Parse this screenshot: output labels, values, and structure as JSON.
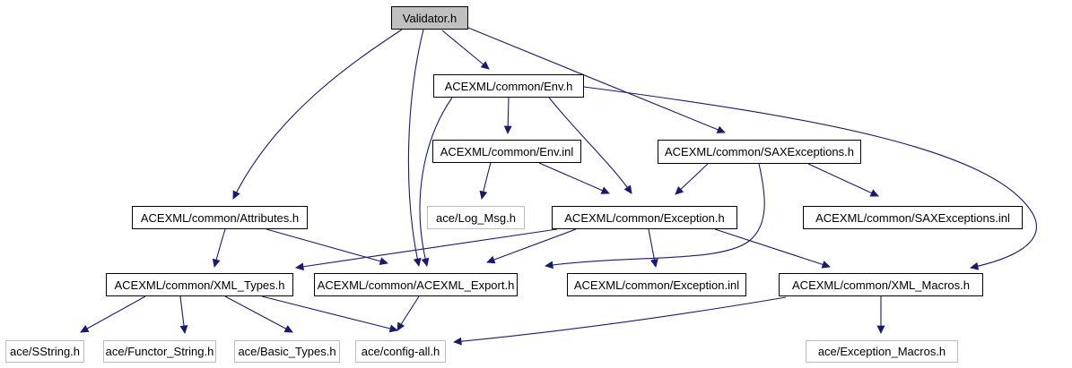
{
  "diagram": {
    "type": "include-dependency-graph",
    "title": "Validator.h include graph",
    "root_label": "Validator.h",
    "edge_color": "#191970",
    "root_fill_color": "#c0c0c0",
    "internal_border_color": "#000000",
    "external_border_color": "#bdbdbd",
    "nodes": [
      {
        "id": "validator",
        "label": "Validator.h",
        "kind": "root"
      },
      {
        "id": "env_h",
        "label": "ACEXML/common/Env.h",
        "kind": "internal"
      },
      {
        "id": "env_inl",
        "label": "ACEXML/common/Env.inl",
        "kind": "internal"
      },
      {
        "id": "sax_h",
        "label": "ACEXML/common/SAXExceptions.h",
        "kind": "internal"
      },
      {
        "id": "attributes_h",
        "label": "ACEXML/common/Attributes.h",
        "kind": "internal"
      },
      {
        "id": "log_msg",
        "label": "ace/Log_Msg.h",
        "kind": "external"
      },
      {
        "id": "exception_h",
        "label": "ACEXML/common/Exception.h",
        "kind": "internal"
      },
      {
        "id": "sax_inl",
        "label": "ACEXML/common/SAXExceptions.inl",
        "kind": "internal"
      },
      {
        "id": "xml_types",
        "label": "ACEXML/common/XML_Types.h",
        "kind": "internal"
      },
      {
        "id": "export_h",
        "label": "ACEXML/common/ACEXML_Export.h",
        "kind": "internal"
      },
      {
        "id": "exception_inl",
        "label": "ACEXML/common/Exception.inl",
        "kind": "internal"
      },
      {
        "id": "xml_macros",
        "label": "ACEXML/common/XML_Macros.h",
        "kind": "internal"
      },
      {
        "id": "sstring",
        "label": "ace/SString.h",
        "kind": "external"
      },
      {
        "id": "functor_string",
        "label": "ace/Functor_String.h",
        "kind": "external"
      },
      {
        "id": "basic_types",
        "label": "ace/Basic_Types.h",
        "kind": "external"
      },
      {
        "id": "config_all",
        "label": "ace/config-all.h",
        "kind": "external"
      },
      {
        "id": "exception_macros",
        "label": "ace/Exception_Macros.h",
        "kind": "external"
      }
    ],
    "edges": [
      {
        "from": "validator",
        "to": "attributes_h"
      },
      {
        "from": "validator",
        "to": "env_h"
      },
      {
        "from": "validator",
        "to": "export_h"
      },
      {
        "from": "validator",
        "to": "sax_h"
      },
      {
        "from": "env_h",
        "to": "env_inl"
      },
      {
        "from": "env_h",
        "to": "exception_h"
      },
      {
        "from": "env_h",
        "to": "export_h"
      },
      {
        "from": "env_h",
        "to": "xml_macros"
      },
      {
        "from": "env_inl",
        "to": "log_msg"
      },
      {
        "from": "env_inl",
        "to": "exception_h"
      },
      {
        "from": "sax_h",
        "to": "exception_h"
      },
      {
        "from": "sax_h",
        "to": "sax_inl"
      },
      {
        "from": "sax_h",
        "to": "export_h"
      },
      {
        "from": "attributes_h",
        "to": "xml_types"
      },
      {
        "from": "attributes_h",
        "to": "export_h"
      },
      {
        "from": "exception_h",
        "to": "xml_types"
      },
      {
        "from": "exception_h",
        "to": "export_h"
      },
      {
        "from": "exception_h",
        "to": "exception_inl"
      },
      {
        "from": "exception_h",
        "to": "xml_macros"
      },
      {
        "from": "xml_types",
        "to": "sstring"
      },
      {
        "from": "xml_types",
        "to": "functor_string"
      },
      {
        "from": "xml_types",
        "to": "basic_types"
      },
      {
        "from": "xml_types",
        "to": "config_all"
      },
      {
        "from": "export_h",
        "to": "config_all"
      },
      {
        "from": "xml_macros",
        "to": "config_all"
      },
      {
        "from": "xml_macros",
        "to": "exception_macros"
      }
    ]
  }
}
